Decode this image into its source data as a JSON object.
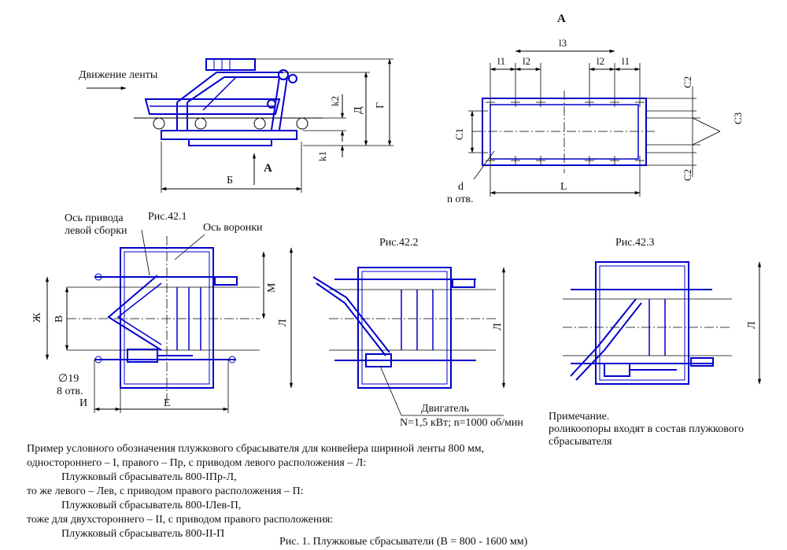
{
  "top_left": {
    "movement_label": "Движение ленты",
    "view_marker": "А",
    "dim_B": "Б",
    "dim_G": "Г",
    "dim_D": "Д",
    "dim_k2": "k2",
    "dim_k1": "k1"
  },
  "top_right": {
    "title": "А",
    "dim_l3": "l3",
    "dim_l1": "l1",
    "dim_l2": "l2",
    "dim_C1": "C1",
    "dim_C2": "C2",
    "dim_C3": "C3",
    "dim_L": "L",
    "hole_d": "d",
    "hole_n": "n отв."
  },
  "fig1": {
    "caption": "Рис.42.1",
    "drive_axis_line1": "Ось привода",
    "drive_axis_line2": "левой сборки",
    "funnel_axis": "Ось воронки",
    "dim_Zh": "Ж",
    "dim_V": "В",
    "dim_M": "М",
    "dim_L": "Л",
    "dim_I": "И",
    "dim_E": "Е",
    "holes_dia": "∅19",
    "holes_count": "8 отв."
  },
  "fig2": {
    "caption": "Рис.42.2",
    "dim_L": "Л",
    "motor_label": "Двигатель",
    "motor_specs": "N=1,5 кВт; n=1000 об/мин"
  },
  "fig3": {
    "caption": "Рис.42.3",
    "dim_L": "Л",
    "note_title": "Примечание.",
    "note_line1": "роликоопоры входят в состав плужкового",
    "note_line2": "сбрасывателя"
  },
  "text_block": {
    "line1": "Пример условного обозначения плужкового сбрасывателя для конвейера шириной ленты 800 мм,",
    "line2": "одностороннего – I, правого – Пр, с приводом левого расположения – Л:",
    "line3": "Плужковый сбрасыватель 800-IПр-Л,",
    "line4": "то же левого – Лев, с приводом правого расположения – П:",
    "line5": "Плужковый сбрасыватель 800-IЛев-П,",
    "line6": "тоже для двухстороннего – II, с приводом правого расположения:",
    "line7": "Плужковый сбрасыватель 800-II-П"
  },
  "figure_caption": "Рис. 1.   Плужковые сбрасыватели (В = 800 - 1600 мм)",
  "colors": {
    "drawing": "#0000cc",
    "dims": "#000000"
  }
}
